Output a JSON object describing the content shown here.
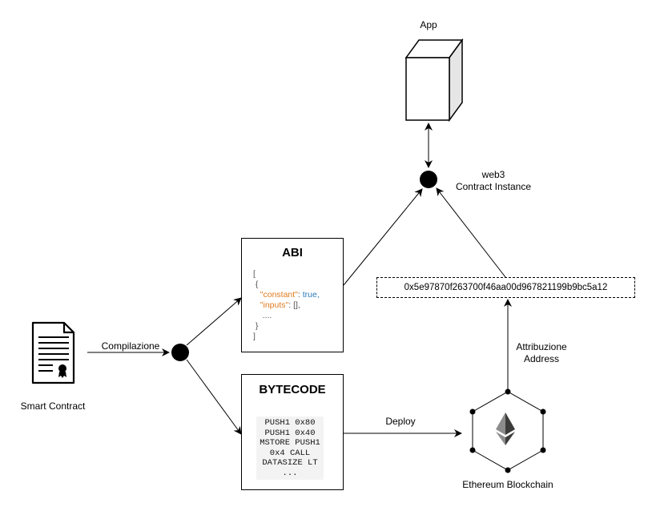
{
  "nodes": {
    "app": {
      "label": "App"
    },
    "web3": {
      "line1": "web3",
      "line2": "Contract Instance"
    },
    "smart_contract": {
      "label": "Smart Contract"
    },
    "abi": {
      "title": "ABI",
      "code": {
        "open_bracket": "[",
        "open_brace": "{",
        "key1": "\"constant\"",
        "val1": "true,",
        "key2": "\"inputs\"",
        "val2": "[],",
        "ellipsis": "....",
        "close_brace": "}",
        "close_bracket": "]"
      }
    },
    "bytecode": {
      "title": "BYTECODE",
      "lines": [
        "PUSH1 0x80",
        "PUSH1 0x40",
        "MSTORE PUSH1",
        "0x4 CALL",
        "DATASIZE LT",
        "..."
      ]
    },
    "address": {
      "value": "0x5e97870f263700f46aa00d967821199b9bc5a12"
    },
    "ethereum": {
      "label": "Ethereum Blockchain"
    }
  },
  "edges": {
    "compilazione": "Compilazione",
    "deploy": "Deploy",
    "attribuzione_line1": "Attribuzione",
    "attribuzione_line2": "Address"
  },
  "colors": {
    "key": "#e07b1f",
    "value": "#2a7ab9",
    "code_bg": "#f3f3f3",
    "ether_dark": "#3c3c3b",
    "ether_mid": "#8c8c8c"
  }
}
